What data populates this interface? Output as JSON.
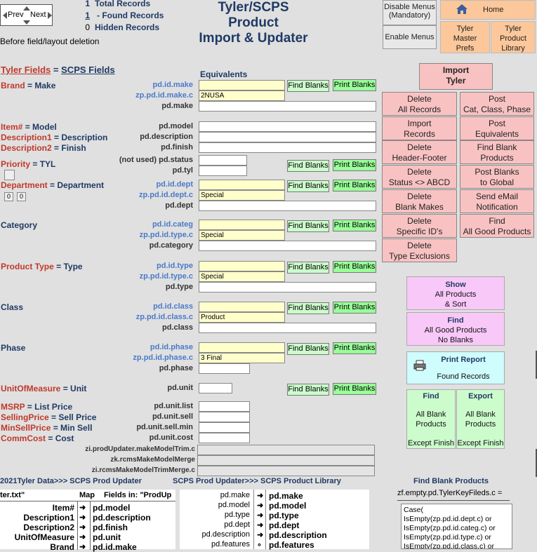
{
  "nav": {
    "prev": "Prev",
    "next": "Next"
  },
  "counts": {
    "total_num": "1",
    "total_label": "Total Records",
    "found_num": "1",
    "found_label": "- Found Records",
    "hidden_num": "0",
    "hidden_label": "Hidden Records"
  },
  "subtitle": "Before field/layout deletion",
  "title": {
    "line1": "Tyler/SCPS",
    "line2": "Product",
    "line3": "Import & Updater"
  },
  "top_buttons": {
    "disable1": "Disable Menus",
    "disable2": "(Mandatory)",
    "enable": "Enable Menus",
    "home": "Home",
    "tmp1": "Tyler",
    "tmp2": "Master",
    "tmp3": "Prefs",
    "tpl1": "Tyler",
    "tpl2": "Product",
    "tpl3": "Library"
  },
  "header": {
    "tyler_fields": "Tyler Fields",
    "eq": "=",
    "scps_fields": "SCPS  Fields",
    "equivalents": "Equivalents"
  },
  "buttons": {
    "find_blanks": "Find Blanks",
    "print_blanks": "Print Blanks"
  },
  "rows": {
    "brand": {
      "l1": "Brand",
      "l2": "= Make",
      "f1": "pd.id.make",
      "f2": "zp.pd.id.make.c",
      "f3": "pd.make",
      "v2": "2NUSA"
    },
    "item": {
      "l1": "Item#",
      "l2": "= Model",
      "f1": "pd.model"
    },
    "desc1": {
      "l1": "Description1",
      "l2": "= Description",
      "f1": "pd.description"
    },
    "desc2": {
      "l1": "Description2",
      "l2": "= Finish",
      "f1": "pd.finish"
    },
    "priority": {
      "l1": "Priority",
      "l2": "= TYL",
      "f1": "(not used) pd.status",
      "f2": "pd.tyl"
    },
    "dept": {
      "l1": "Department",
      "l2": "= Department",
      "f1": "pd.id.dept",
      "f2": "zp.pd.id.dept.c",
      "f3": "pd.dept",
      "v2": "Special",
      "b1": "0",
      "b2": "0"
    },
    "category": {
      "l1": "Category",
      "f1": "pd.id.categ",
      "f2": "zp.pd.id.type.c",
      "f3": "pd.category",
      "v2": "Special"
    },
    "ptype": {
      "l1": "Product Type",
      "l2": "= Type",
      "f1": "pd.id.type",
      "f2": "zp.pd.id.type.c",
      "f3": "pd.type",
      "v2": "Special"
    },
    "class": {
      "l1": "Class",
      "f1": "pd.id.class",
      "f2": "zp.pd.id.class.c",
      "f3": "pd.class",
      "v2": "Product"
    },
    "phase": {
      "l1": "Phase",
      "f1": "pd.id.phase",
      "f2": "zp.pd.id.phase.c",
      "f3": "pd.phase",
      "v2": "3 Final"
    },
    "uom": {
      "l1": "UnitOfMeasure",
      "l2": "= Unit",
      "f1": "pd.unit"
    },
    "msrp": {
      "l1": "MSRP",
      "l2": "=  List Price",
      "f1": "pd.unit.list"
    },
    "sell": {
      "l1": "SellingPrice",
      "l2": "= Sell Price",
      "f1": "pd.unit.sell"
    },
    "minsell": {
      "l1": "MinSellPrice",
      "l2": "= Min Sell",
      "f1": "pd.unit.sell.min"
    },
    "cost": {
      "l1": "CommCost",
      "l2": "= Cost",
      "f1": "pd.unit.cost"
    }
  },
  "calcs": {
    "c1": "zi.prodUpdater.makeModelTrim.c",
    "c2": "zk.rcmsMakeModelMerge",
    "c3": "zi.rcmsMakeModelTrimMerge.c"
  },
  "actions": {
    "import_tyler1": "Import",
    "import_tyler2": "Tyler",
    "del_all1": "Delete",
    "del_all2": "All Records",
    "post_cat1": "Post",
    "post_cat2": "Cat, Class, Phase",
    "imp_rec1": "Import",
    "imp_rec2": "Records",
    "post_eq1": "Post",
    "post_eq2": "Equivalents",
    "del_hf1": "Delete",
    "del_hf2": "Header-Footer",
    "fbp1": "Find Blank",
    "fbp2": "Products",
    "del_st1": "Delete",
    "del_st2": "Status <> ABCD",
    "pbg1": "Post Blanks",
    "pbg2": "to Global",
    "del_bm1": "Delete",
    "del_bm2": "Blank Makes",
    "email1": "Send eMail",
    "email2": "Notification",
    "del_sid1": "Delete",
    "del_sid2": "Specific ID's",
    "fagp1": "Find",
    "fagp2": "All Good Products",
    "del_te1": "Delete",
    "del_te2": "Type Exclusions"
  },
  "big_buttons": {
    "show1": "Show",
    "show2": "All Products",
    "show3": "& Sort",
    "find1": "Find",
    "find2": "All Good Products",
    "find3": "No Blanks",
    "print1": "Print Report",
    "print2": "Found Records",
    "fab1": "Find",
    "fab2": "All Blank",
    "fab3": "Products",
    "fab4": "Except Finish",
    "exp1": "Export",
    "exp2": "All Blank",
    "exp3": "Products",
    "exp4": "Except Finish"
  },
  "bottom": {
    "l1": "2021Tyler Data>>> SCPS Prod Updater",
    "l2": "SCPS Prod Updater>>> SCPS Product Library",
    "l3": "Find Blank Products",
    "p1_head1": "ter.txt\"",
    "p1_head2": "Map",
    "p1_head3": "Fields in: \"ProdUp",
    "p1_rows": [
      [
        "Item#",
        "pd.model"
      ],
      [
        "Description1",
        "pd.description"
      ],
      [
        "Description2",
        "pd.finish"
      ],
      [
        "UnitOfMeasure",
        "pd.unit"
      ],
      [
        "Brand",
        "pd.id.make"
      ]
    ],
    "p2_rows": [
      [
        "pd.make",
        "pd.make"
      ],
      [
        "pd.model",
        "pd.model"
      ],
      [
        "pd.type",
        "pd.type"
      ],
      [
        "pd.dept",
        "pd.dept"
      ],
      [
        "pd.description",
        "pd.description"
      ],
      [
        "pd.features",
        "pd.features"
      ]
    ],
    "p3_head": "zf.empty.pd.TylerKeyFileds.c =",
    "p3_lines": [
      "Case(",
      "IsEmpty(zp.pd.id.dept.c) or",
      "IsEmpty(zp.pd.id.categ.c) or",
      "IsEmpty(zp.pd.id.type.c) or",
      "IsEmpty(zp.pd.id.class.c) or"
    ]
  }
}
